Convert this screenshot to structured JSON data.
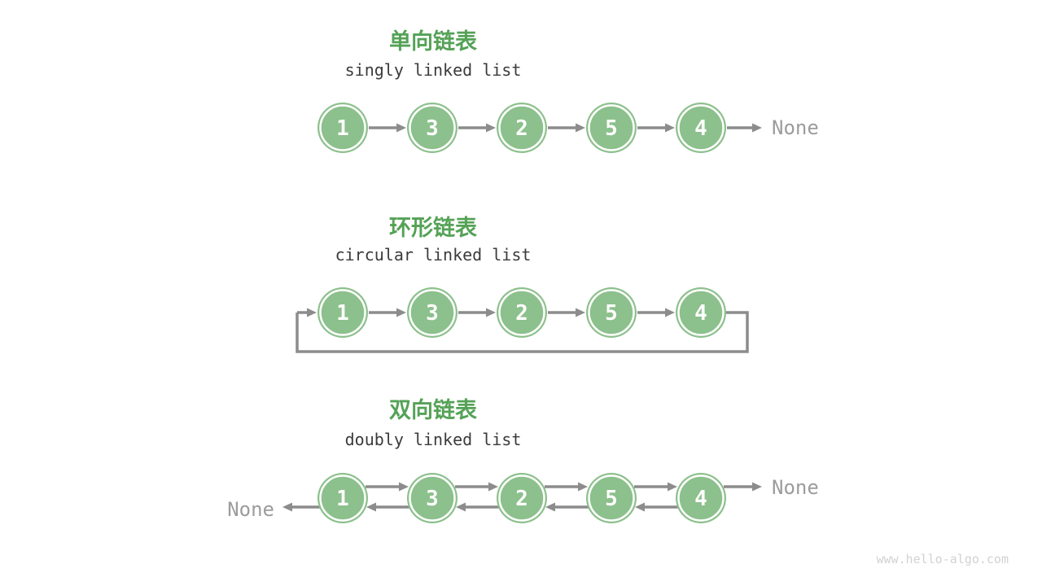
{
  "page": {
    "watermark": "www.hello-algo.com"
  },
  "colors": {
    "background": "#ffffff",
    "node_fill": "#8cc08c",
    "node_ring": "#ffffff",
    "node_text": "#ffffff",
    "title": "#55a257",
    "subtitle": "#3b3b3b",
    "arrow": "#8c8c8c",
    "none_label": "#9c9c9c",
    "watermark": "#d2d2d2"
  },
  "sections": [
    {
      "id": "singly",
      "title": "单向链表",
      "subtitle": "singly linked list",
      "nodes": [
        "1",
        "3",
        "2",
        "5",
        "4"
      ],
      "terminal_right": "None"
    },
    {
      "id": "circular",
      "title": "环形链表",
      "subtitle": "circular linked list",
      "nodes": [
        "1",
        "3",
        "2",
        "5",
        "4"
      ]
    },
    {
      "id": "doubly",
      "title": "双向链表",
      "subtitle": "doubly linked list",
      "nodes": [
        "1",
        "3",
        "2",
        "5",
        "4"
      ],
      "terminal_left": "None",
      "terminal_right": "None"
    }
  ]
}
